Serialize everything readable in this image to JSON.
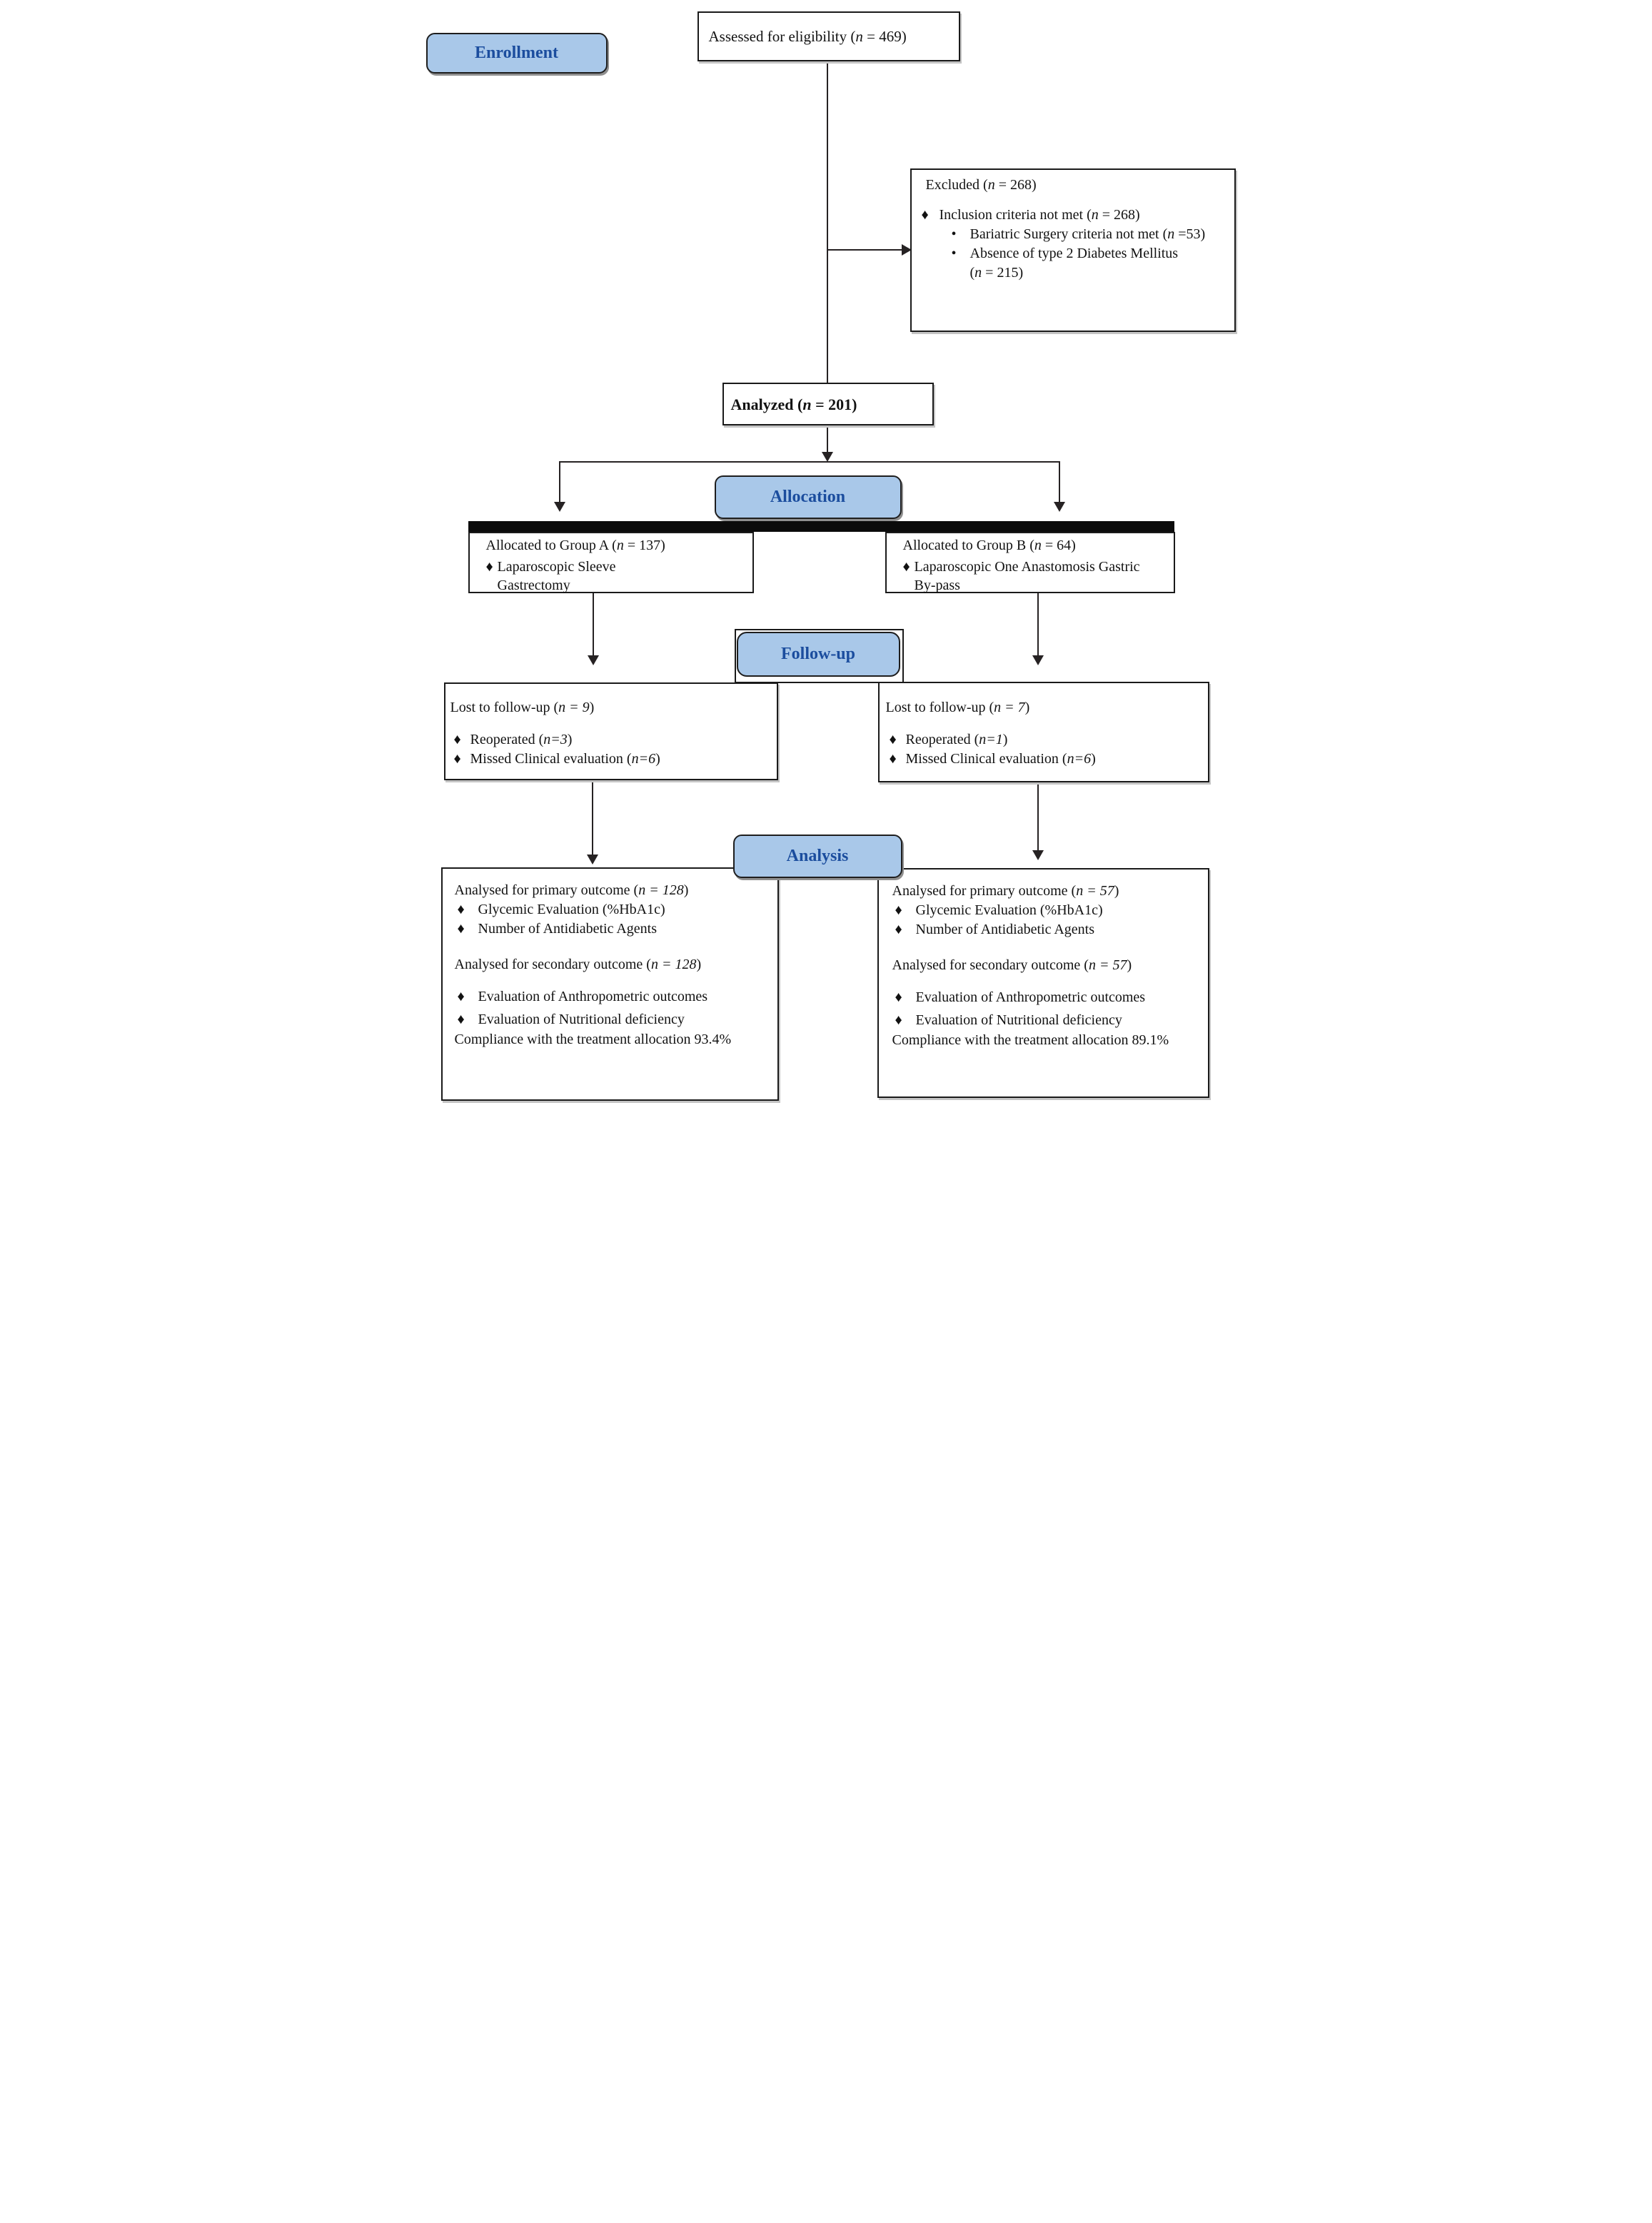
{
  "palette": {
    "stage_fill": "#a9c8e9",
    "stage_text": "#1b4d9e",
    "box_border": "#1a1a1a",
    "line_color": "#262223",
    "bar_color": "#0b0b0b",
    "page_bg": "#ffffff"
  },
  "stages": {
    "enrollment": "Enrollment",
    "allocation": "Allocation",
    "followup": "Follow-up",
    "analysis": "Analysis"
  },
  "flow": {
    "assessed": {
      "seg": [
        {
          "t": "Assessed for eligibility ("
        },
        {
          "t": "n",
          "i": true
        },
        {
          "t": " = 469)"
        }
      ]
    },
    "excluded": {
      "lines": [
        {
          "bullet": "",
          "seg": [
            {
              "t": "Excluded ("
            },
            {
              "t": "n",
              "i": true
            },
            {
              "t": " = 268)"
            }
          ]
        },
        {
          "bullet": "♦",
          "seg": [
            {
              "t": "Inclusion criteria not met ("
            },
            {
              "t": "n",
              "i": true
            },
            {
              "t": " = 268)"
            }
          ]
        },
        {
          "bullet": "•",
          "seg": [
            {
              "t": "Bariatric Surgery criteria not met ("
            },
            {
              "t": "n",
              "i": true
            },
            {
              "t": " =53)"
            }
          ]
        },
        {
          "bullet": "•",
          "seg": [
            {
              "t": "Absence of type 2 Diabetes Mellitus"
            }
          ]
        },
        {
          "bullet": "",
          "seg": [
            {
              "t": "("
            },
            {
              "t": "n",
              "i": true
            },
            {
              "t": " = 215)"
            }
          ]
        }
      ]
    },
    "analyzed": {
      "seg": [
        {
          "t": "Analyzed ("
        },
        {
          "t": "n",
          "i": true
        },
        {
          "t": " = 201)"
        }
      ]
    },
    "group_a": {
      "lines": [
        {
          "bullet": "",
          "seg": [
            {
              "t": "Allocated to Group A ("
            },
            {
              "t": "n",
              "i": true
            },
            {
              "t": " = 137)"
            }
          ]
        },
        {
          "bullet": "♦",
          "seg": [
            {
              "t": "Laparoscopic Sleeve"
            }
          ]
        },
        {
          "bullet": "",
          "seg": [
            {
              "t": "Gastrectomy"
            }
          ]
        }
      ]
    },
    "group_b": {
      "lines": [
        {
          "bullet": "",
          "seg": [
            {
              "t": "Allocated to Group B ("
            },
            {
              "t": "n",
              "i": true
            },
            {
              "t": " = 64)"
            }
          ]
        },
        {
          "bullet": "♦",
          "seg": [
            {
              "t": "Laparoscopic One Anastomosis Gastric"
            }
          ]
        },
        {
          "bullet": "",
          "seg": [
            {
              "t": "By-pass"
            }
          ]
        }
      ]
    },
    "lost_a": {
      "lines": [
        {
          "bullet": "",
          "seg": [
            {
              "t": "Lost to follow-up ("
            },
            {
              "t": "n = 9",
              "i": true
            },
            {
              "t": ")"
            }
          ]
        },
        {
          "bullet": "♦",
          "seg": [
            {
              "t": "Reoperated ("
            },
            {
              "t": "n=3",
              "i": true
            },
            {
              "t": ")"
            }
          ]
        },
        {
          "bullet": "♦",
          "seg": [
            {
              "t": "Missed Clinical evaluation ("
            },
            {
              "t": "n=6",
              "i": true
            },
            {
              "t": ")"
            }
          ]
        }
      ]
    },
    "lost_b": {
      "lines": [
        {
          "bullet": "",
          "seg": [
            {
              "t": "Lost to follow-up ("
            },
            {
              "t": "n = 7",
              "i": true
            },
            {
              "t": ")"
            }
          ]
        },
        {
          "bullet": "♦",
          "seg": [
            {
              "t": "Reoperated ("
            },
            {
              "t": "n=1",
              "i": true
            },
            {
              "t": ")"
            }
          ]
        },
        {
          "bullet": "♦",
          "seg": [
            {
              "t": "Missed Clinical evaluation ("
            },
            {
              "t": "n=6",
              "i": true
            },
            {
              "t": ")"
            }
          ]
        }
      ]
    },
    "analysis_a": {
      "lines": [
        {
          "bullet": "",
          "seg": [
            {
              "t": "Analysed for primary outcome ("
            },
            {
              "t": "n = 128",
              "i": true
            },
            {
              "t": ")"
            }
          ]
        },
        {
          "bullet": "♦",
          "seg": [
            {
              "t": "Glycemic Evaluation (%HbA1c)"
            }
          ]
        },
        {
          "bullet": "♦",
          "seg": [
            {
              "t": "Number of Antidiabetic Agents"
            }
          ]
        },
        {
          "bullet": "",
          "seg": [
            {
              "t": "Analysed for secondary outcome ("
            },
            {
              "t": "n = 128",
              "i": true
            },
            {
              "t": ")"
            }
          ]
        },
        {
          "bullet": "♦",
          "seg": [
            {
              "t": "Evaluation of Anthropometric outcomes"
            }
          ]
        },
        {
          "bullet": "♦",
          "seg": [
            {
              "t": "Evaluation of Nutritional deficiency"
            }
          ]
        },
        {
          "bullet": "",
          "seg": [
            {
              "t": "Compliance with the treatment allocation 93.4%"
            }
          ]
        }
      ]
    },
    "analysis_b": {
      "lines": [
        {
          "bullet": "",
          "seg": [
            {
              "t": "Analysed for primary outcome ("
            },
            {
              "t": "n = 57",
              "i": true
            },
            {
              "t": ")"
            }
          ]
        },
        {
          "bullet": "♦",
          "seg": [
            {
              "t": "Glycemic Evaluation (%HbA1c)"
            }
          ]
        },
        {
          "bullet": "♦",
          "seg": [
            {
              "t": "Number of Antidiabetic Agents"
            }
          ]
        },
        {
          "bullet": "",
          "seg": [
            {
              "t": "Analysed for secondary outcome ("
            },
            {
              "t": "n = 57",
              "i": true
            },
            {
              "t": ")"
            }
          ]
        },
        {
          "bullet": "♦",
          "seg": [
            {
              "t": "Evaluation of Anthropometric outcomes"
            }
          ]
        },
        {
          "bullet": "♦",
          "seg": [
            {
              "t": "Evaluation of Nutritional deficiency"
            }
          ]
        },
        {
          "bullet": "",
          "seg": [
            {
              "t": "Compliance with the treatment allocation 89.1%"
            }
          ]
        }
      ]
    }
  }
}
